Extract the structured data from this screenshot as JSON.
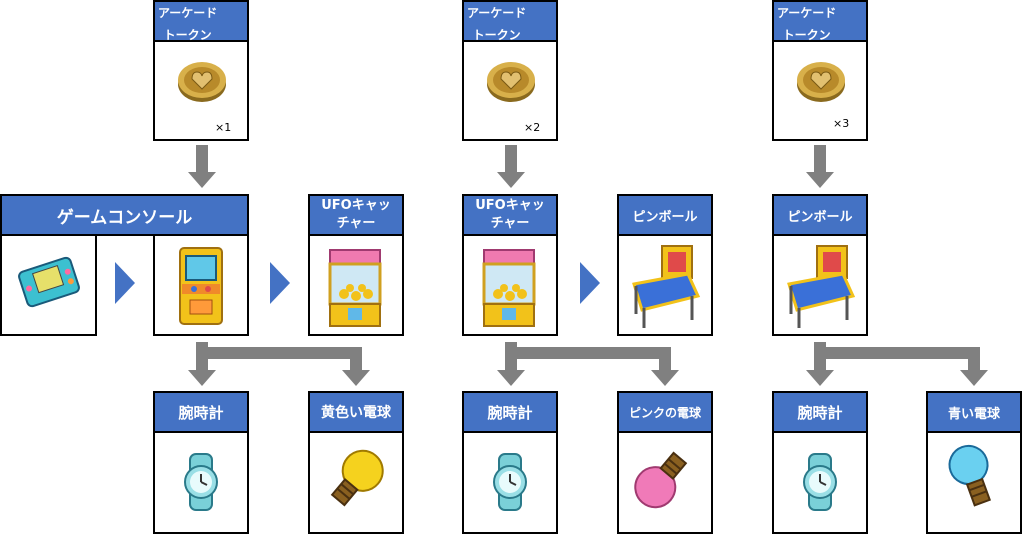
{
  "token_label": "アーケードトークン",
  "token_label_line1": "アーケード",
  "token_label_line2": "トークン",
  "token_quantities": [
    "×1",
    "×2",
    "×3"
  ],
  "game_console": "ゲームコンソール",
  "ufo_catcher_line1": "UFOキャッ",
  "ufo_catcher_line2": "チャー",
  "pinball": "ピンボール",
  "wristwatch": "腕時計",
  "yellow_bulb": "黄色い電球",
  "pink_bulb": "ピンクの電球",
  "blue_bulb": "青い電球",
  "colors": {
    "header_blue": "#4472c4",
    "arrow_gray": "#808080",
    "triangle_blue": "#4472c4"
  }
}
